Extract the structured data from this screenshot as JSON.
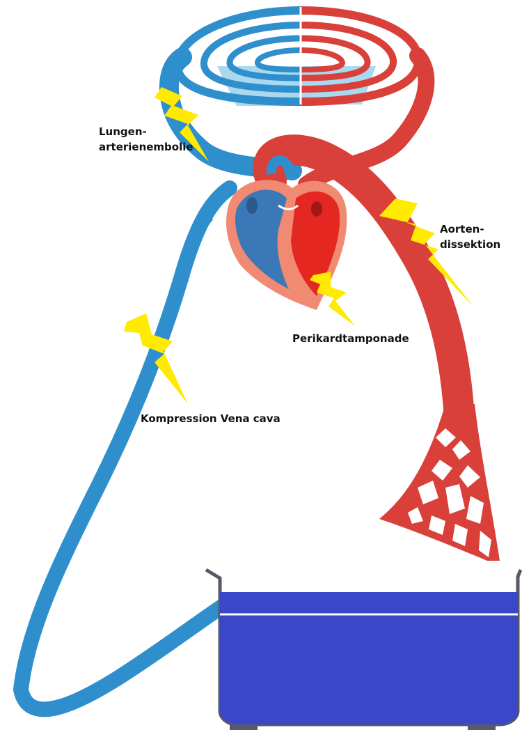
{
  "colors": {
    "venous": "#2f8fcc",
    "venous_light": "#a9d8ef",
    "arterial": "#d9403a",
    "heart_wall": "#f08a72",
    "lightning": "#ffea00",
    "tub": "#3b47c9",
    "tub_outline": "#555a66"
  },
  "labels": {
    "lungenarterienembolie_line1": "Lungen-",
    "lungenarterienembolie_line2": "arterienembolie",
    "aortendissektion_line1": "Aorten-",
    "aortendissektion_line2": "dissektion",
    "perikardtamponade": "Perikardtamponade",
    "kompression_vena_cava": "Kompression Vena cava"
  },
  "icons": [
    "lightning-icon",
    "heart-icon",
    "lungs-icon",
    "blood-reservoir-icon"
  ]
}
